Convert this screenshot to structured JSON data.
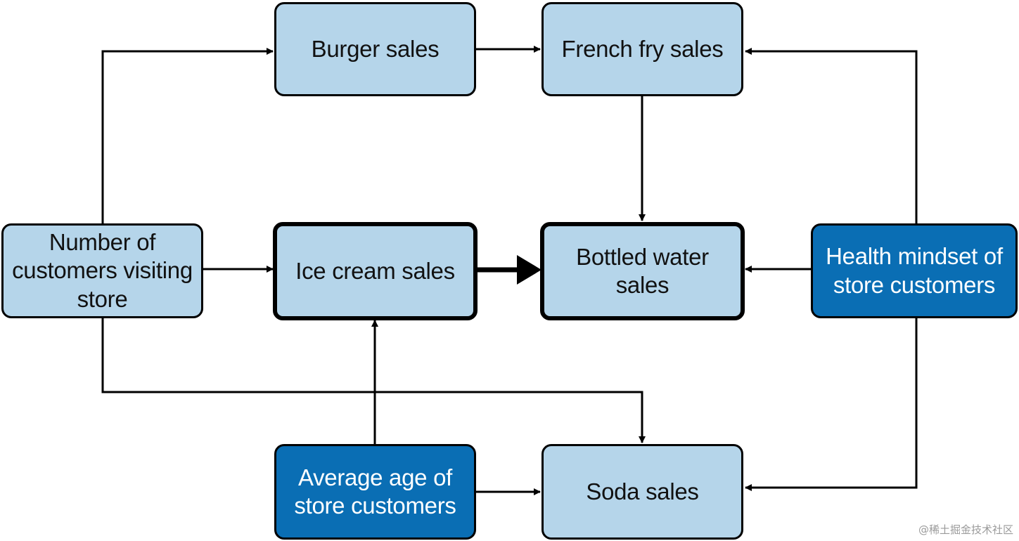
{
  "nodes": {
    "burger": "Burger sales",
    "french_fry": "French fry sales",
    "customers": "Number of customers visiting store",
    "ice_cream": "Ice cream sales",
    "bottled_water": "Bottled water sales",
    "health": "Health mindset of store customers",
    "age": "Average age of store customers",
    "soda": "Soda sales"
  },
  "edges": [
    {
      "from": "customers",
      "to": "burger"
    },
    {
      "from": "burger",
      "to": "french_fry"
    },
    {
      "from": "health",
      "to": "french_fry"
    },
    {
      "from": "french_fry",
      "to": "bottled_water"
    },
    {
      "from": "customers",
      "to": "ice_cream"
    },
    {
      "from": "ice_cream",
      "to": "bottled_water",
      "emphasis": true
    },
    {
      "from": "health",
      "to": "bottled_water"
    },
    {
      "from": "customers",
      "to": "soda"
    },
    {
      "from": "age",
      "to": "ice_cream"
    },
    {
      "from": "age",
      "to": "soda"
    },
    {
      "from": "health",
      "to": "soda"
    }
  ],
  "colors": {
    "light_node": "#b5d5ea",
    "dark_node": "#0a6eb4",
    "line": "#000000"
  },
  "watermark": "@稀土掘金技术社区"
}
